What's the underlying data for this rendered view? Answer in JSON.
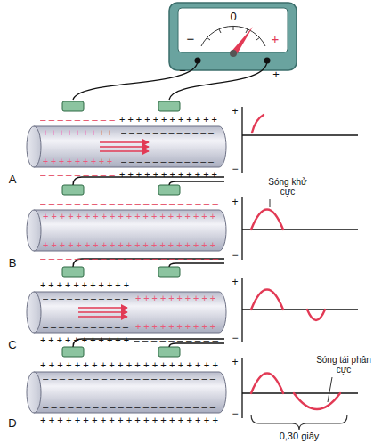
{
  "diagram": {
    "labels": [
      "0",
      "−",
      "+",
      "−",
      "+",
      "– – – – – – – – –",
      "+ + + + + + + + + + + +",
      "+ + + + + + + + +",
      "– – – – – – – – – – – –",
      "+ + + + + + + + +",
      "– – – – – – – – – – – –",
      "– – – – – – – – –",
      "+ + + + + + + + + + + +",
      "A",
      "+",
      "−",
      "– – – – – – – – – – – – – – – – – – – – –",
      "+ + + + + + + + + + + + + + + + + + + + +",
      "+ + + + + + + + + + + + + + + + + + + + +",
      "– – – – – – – – – – – – – – – – – – – – –",
      "B",
      "+",
      "−",
      "Sóng khử cực",
      "+ + + + + + + + + + +",
      "– – – – – – – – – –",
      "– – – – – – – – – – –",
      "+ + + + + + + + + +",
      "– – – – – – – – – – –",
      "+ + + + + + + + + +",
      "+ + + + + + + + + + +",
      "– – – – – – – – – –",
      "C",
      "+",
      "−",
      "+ + + + + + + + + + + + + + + + + + + + +",
      "– – – – – – – – – – – – – – – – – – – – –",
      "– – – – – – – – – – – – – – – – – – – – –",
      "+ + + + + + + + + + + + + + + + + + + + +",
      "D",
      "+",
      "−",
      "Sóng tái phân cực",
      "0,30 giây"
    ]
  }
}
